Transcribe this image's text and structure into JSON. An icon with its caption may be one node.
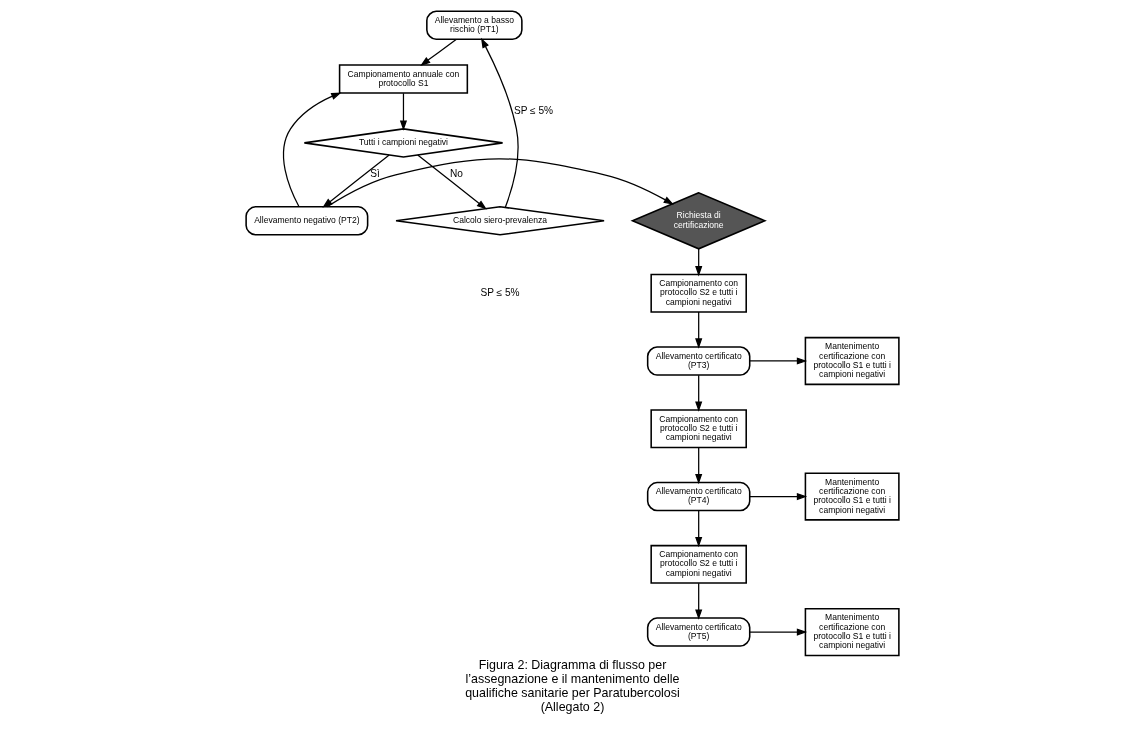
{
  "diagram": {
    "caption": "Figura 2: Diagramma di flusso per l’assegnazione e il mantenimento delle qualifiche sanitarie per Paratubercolosi (Allegato 2)",
    "nodes": [
      {
        "text": [
          "Allevamento a basso rischio (PT1)"
        ]
      },
      {
        "text": [
          "Campionamento annuale con protocollo S1"
        ]
      },
      {
        "text": [
          "Tutti i campioni negativi"
        ]
      },
      {
        "text": [
          "Calcolo siero-prevalenza"
        ]
      },
      {
        "text": [
          "Allevamento negativo (PT2)"
        ]
      },
      {
        "text": [
          "Richiesta di certificazione"
        ]
      },
      {
        "text": [
          "Campionamento con protocollo S2 e tutti i campioni negativi"
        ]
      },
      {
        "text": [
          "Allevamento certificato (PT3)"
        ]
      },
      {
        "text": [
          "Mantenimento certificazione con protocollo S1 e tutti i campioni negativi"
        ]
      },
      {
        "text": [
          "Campionamento con protocollo S2 e tutti i campioni negativi"
        ]
      },
      {
        "text": [
          "Allevamento certificato (PT4)"
        ]
      },
      {
        "text": [
          "Mantenimento certificazione con protocollo S1 e tutti i campioni negativi"
        ]
      },
      {
        "text": [
          "Campionamento con protocollo S2 e tutti i campioni negativi"
        ]
      },
      {
        "text": [
          "Allevamento certificato (PT5)"
        ]
      },
      {
        "text": [
          "Mantenimento certificazione con protocollo S1 e tutti i campioni negativi"
        ]
      }
    ],
    "edges": [
      {
        "from": 0,
        "to": 1,
        "arrow": "to"
      },
      {
        "from": 1,
        "to": 2,
        "arrow": "to"
      },
      {
        "from": 2,
        "to": 4,
        "arrow": "to",
        "label": "Sì"
      },
      {
        "from": 4,
        "to": 1,
        "arrow": "to"
      },
      {
        "from": 2,
        "to": 3,
        "arrow": "to",
        "label": "No"
      },
      {
        "from": 3,
        "to": 0,
        "arrow": "to",
        "label": "SP ≤ 5%"
      },
      {
        "from": 4,
        "to": 5,
        "arrow": "to"
      },
      {
        "from": 5,
        "to": 6,
        "arrow": "to"
      },
      {
        "from": 6,
        "to": 7,
        "arrow": "to"
      },
      {
        "from": 7,
        "to": 8,
        "arrow": "to"
      },
      {
        "from": 7,
        "to": 9,
        "arrow": "to"
      },
      {
        "from": 9,
        "to": 10,
        "arrow": "to"
      },
      {
        "from": 10,
        "to": 11,
        "arrow": "to"
      },
      {
        "from": 10,
        "to": 12,
        "arrow": "to"
      },
      {
        "from": 12,
        "to": 13,
        "arrow": "to"
      },
      {
        "from": 13,
        "to": 14,
        "arrow": "to"
      }
    ],
    "labels": [
      "SP ≤ 5%"
    ]
  }
}
